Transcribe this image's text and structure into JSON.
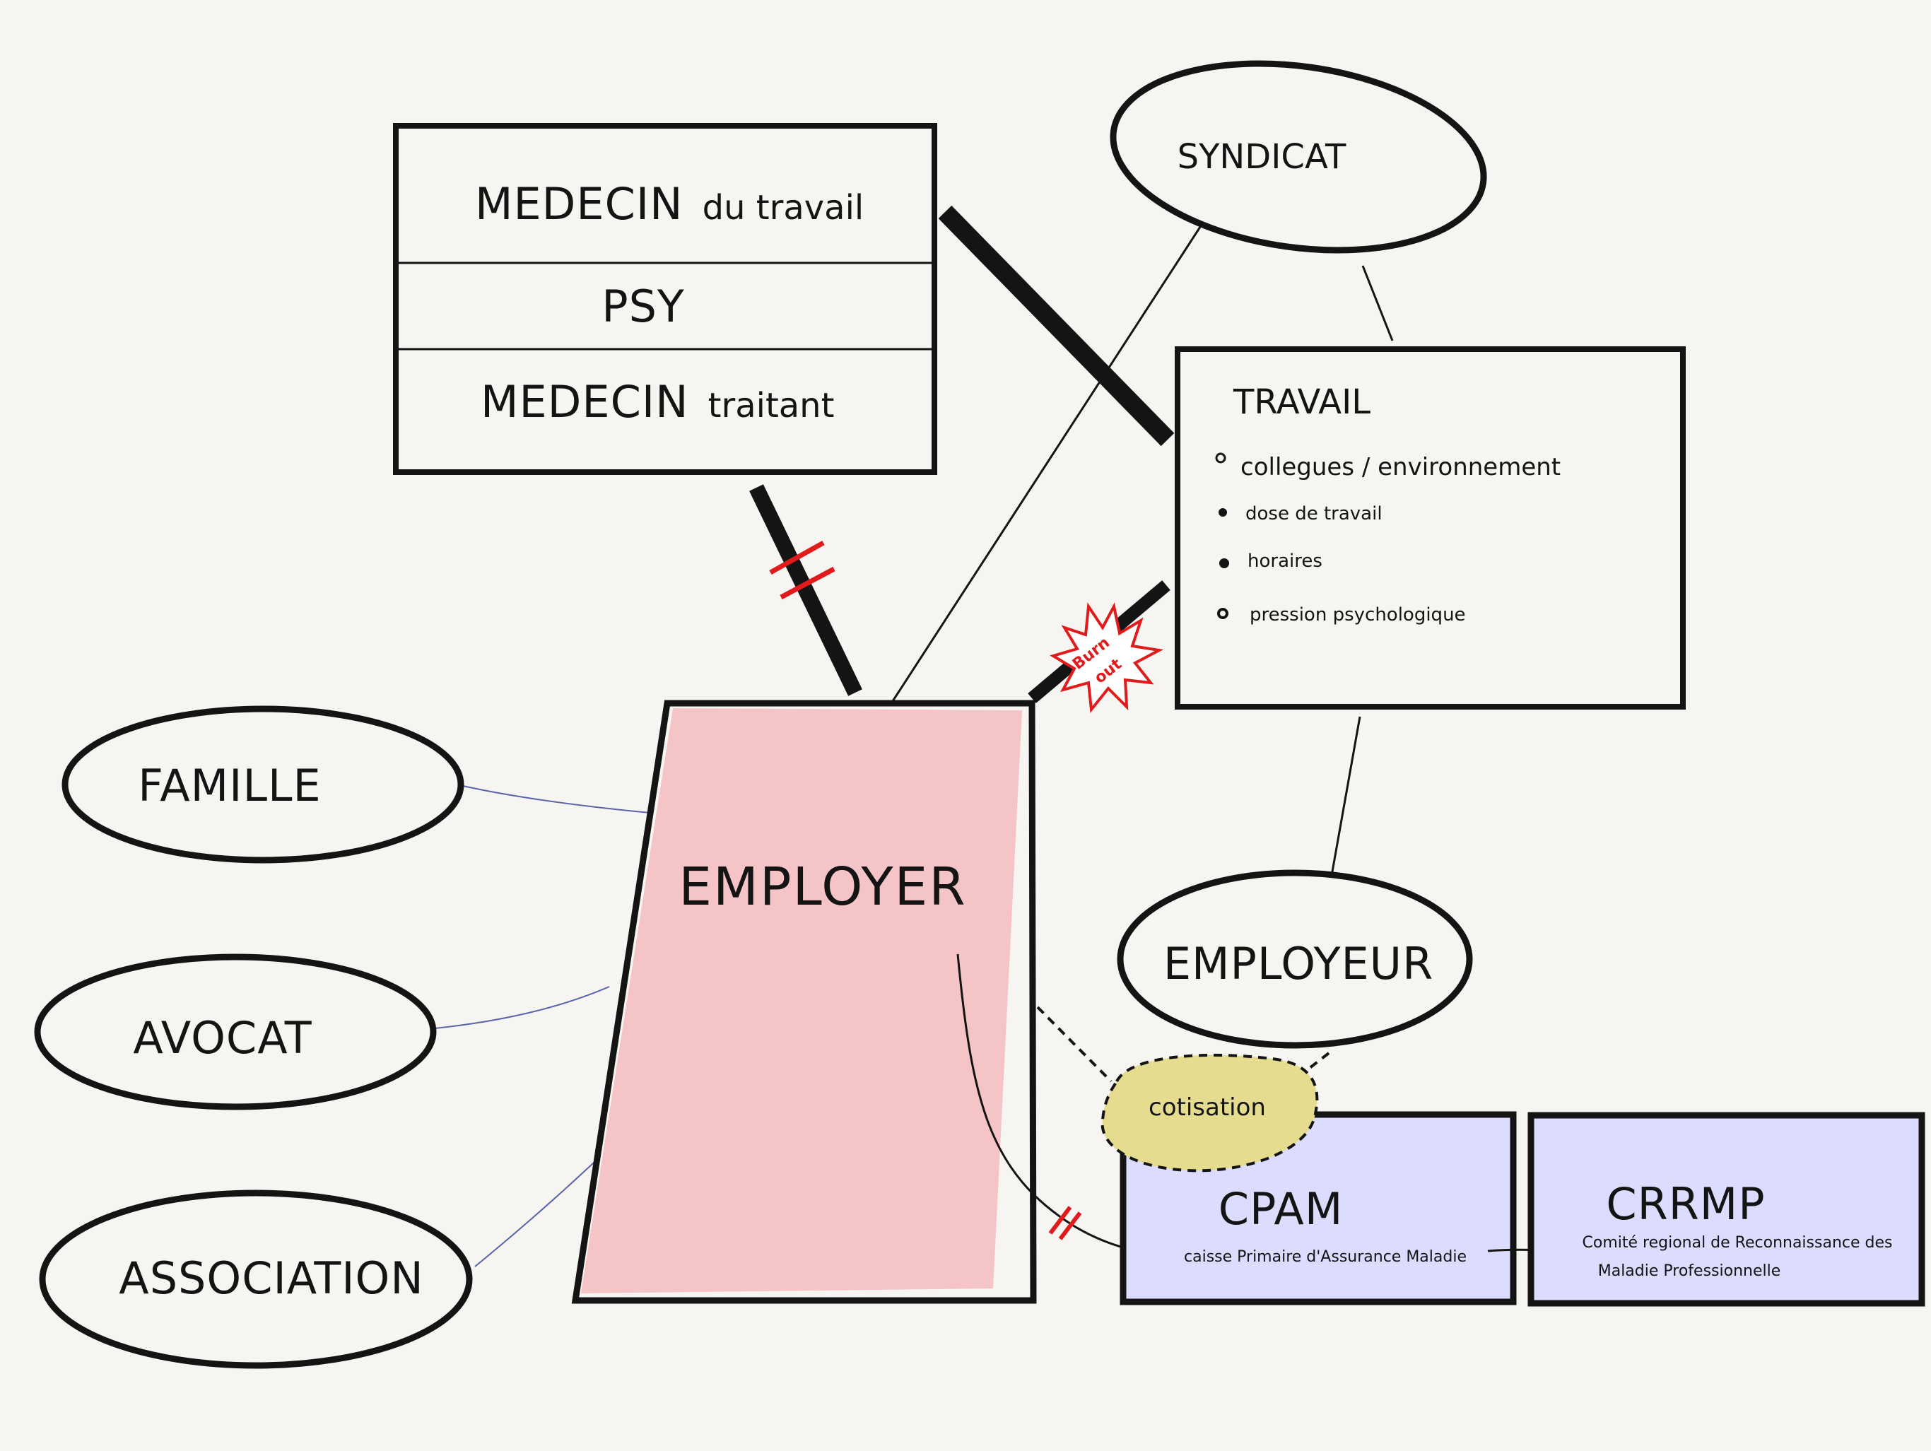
{
  "colors": {
    "ink": "#141414",
    "employer_fill": "#f5c4c7",
    "cpam_fill": "#dcdcff",
    "cotisation_fill": "#e5dc8f",
    "burnout_red": "#e11b1b",
    "thin_blue": "#5b64a8"
  },
  "medical_box": {
    "row1_main": "MEDECIN",
    "row1_sub": "du travail",
    "row2": "PSY",
    "row3_main": "MEDECIN",
    "row3_sub": "traitant"
  },
  "syndicat": {
    "label": "SYNDICAT"
  },
  "travail": {
    "title": "TRAVAIL",
    "items": [
      "collegues / environnement",
      "dose de travail",
      "horaires",
      "pression psychologique"
    ]
  },
  "burnout": {
    "line1": "Burn",
    "line2": "out"
  },
  "employer": {
    "label": "EMPLOYER"
  },
  "famille": {
    "label": "FAMILLE"
  },
  "avocat": {
    "label": "AVOCAT"
  },
  "association": {
    "label": "ASSOCIATION"
  },
  "employeur": {
    "label": "EMPLOYEUR"
  },
  "cotisation": {
    "label": "cotisation"
  },
  "cpam": {
    "title": "CPAM",
    "subtitle": "caisse Primaire d'Assurance Maladie"
  },
  "crrmp": {
    "title": "CRRMP",
    "line1": "Comité regional de Reconnaissance des",
    "line2": "Maladie Professionnelle"
  }
}
